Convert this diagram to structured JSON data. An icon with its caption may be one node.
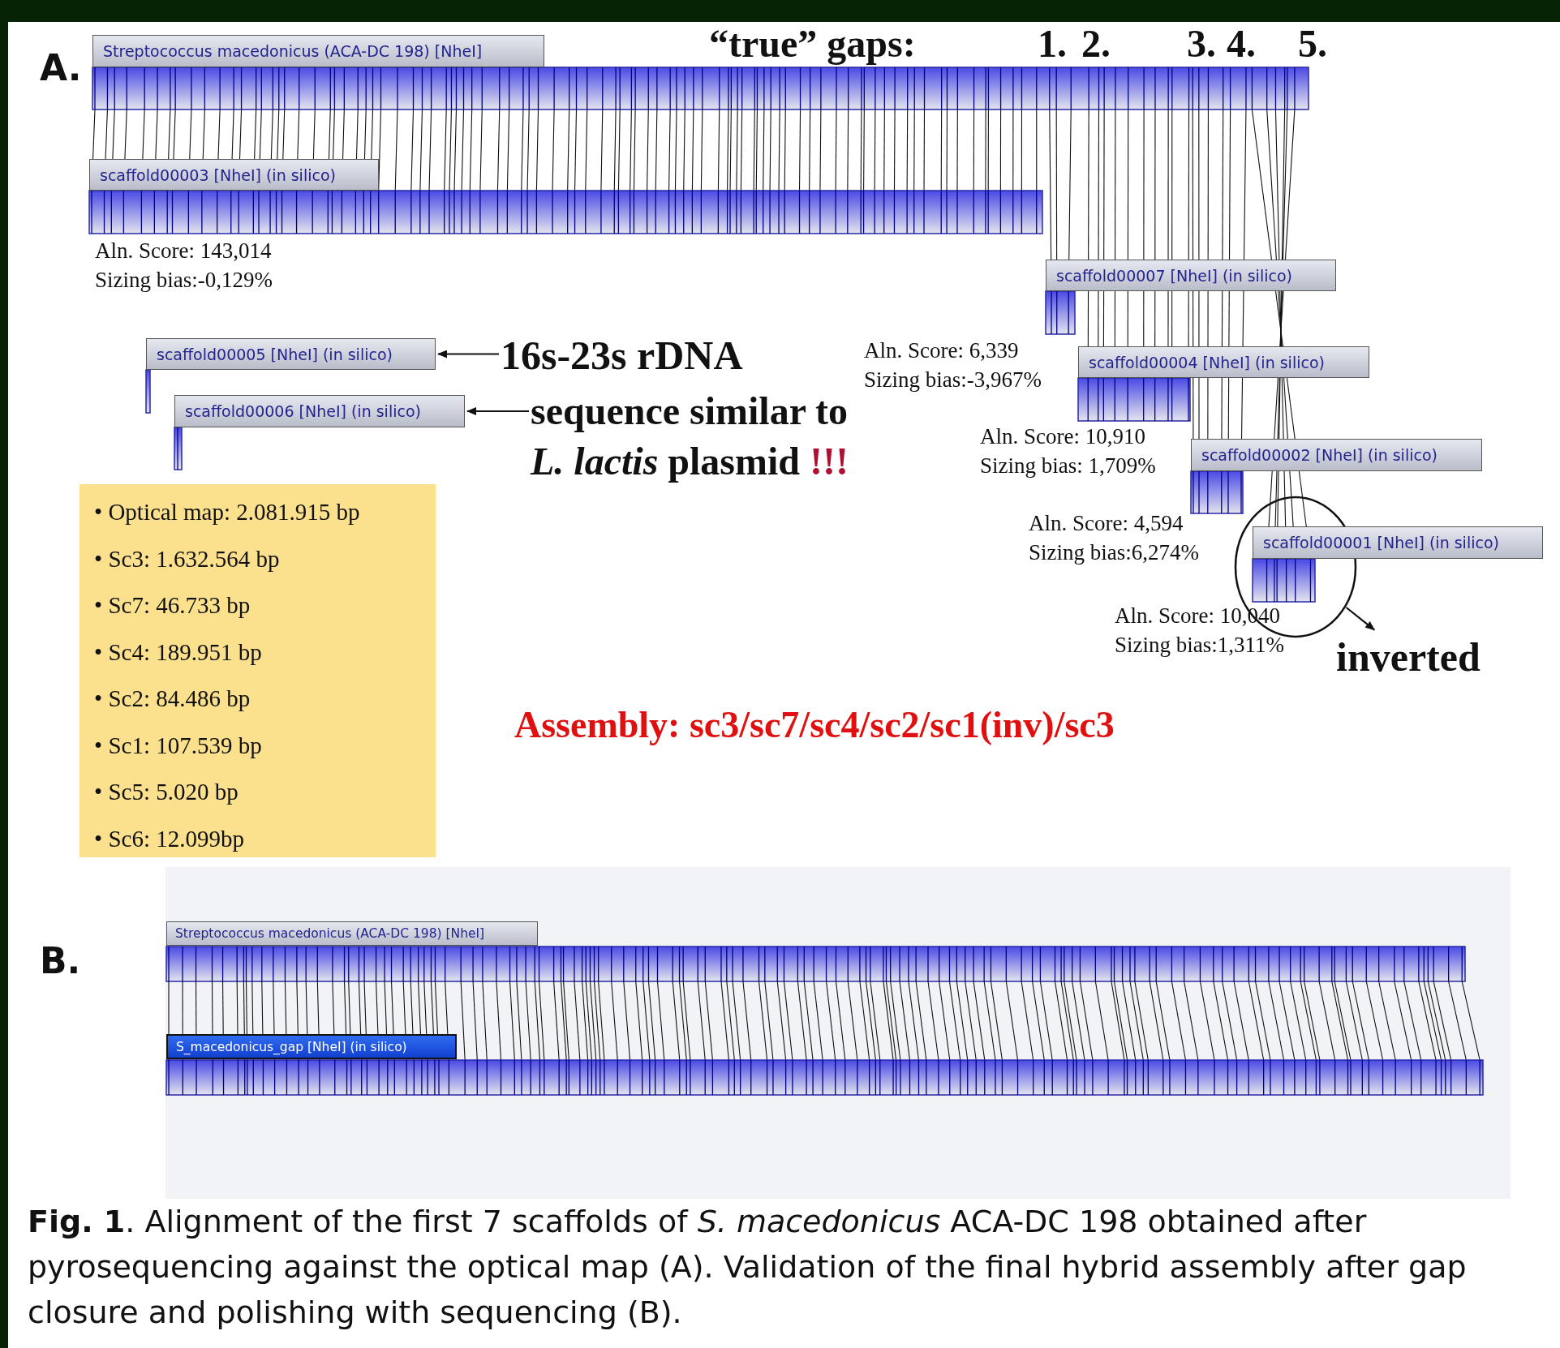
{
  "diagram": {
    "caption": "**Fig. 1**. Alignment of the first 7 scaffolds of *S. macedonicus* ACA-DC 198 obtained after pyrosequencing against the optical map (A). Validation of the final hybrid assembly after gap closure and polishing with sequencing (B).",
    "nodes": [
      {
        "text": [
          "Streptococcus macedonicus (ACA-DC 198) [NheI]"
        ]
      },
      {
        "text": [
          "scaffold00003 [NheI] (in silico)"
        ],
        "beside": [
          "Aln. Score: 143,014",
          "Sizing bias:-0,129%"
        ]
      },
      {
        "text": [
          "scaffold00007 [NheI] (in silico)"
        ],
        "beside": [
          "Aln. Score: 6,339",
          "Sizing bias:-3,967%"
        ]
      },
      {
        "text": [
          "scaffold00004 [NheI] (in silico)"
        ],
        "beside": [
          "Aln. Score: 10,910",
          "Sizing bias: 1,709%"
        ]
      },
      {
        "text": [
          "scaffold00002 [NheI] (in silico)"
        ],
        "beside": [
          "Aln. Score: 4,594",
          "Sizing bias:6,274%"
        ]
      },
      {
        "text": [
          "scaffold00001 [NheI] (in silico)"
        ],
        "beside": [
          "Aln. Score: 10,040",
          "Sizing bias:1,311%"
        ]
      },
      {
        "text": [
          "scaffold00005 [NheI] (in silico)"
        ]
      },
      {
        "text": [
          "scaffold00006 [NheI] (in silico)"
        ]
      },
      {
        "text": [
          "16s-23s rDNA"
        ]
      },
      {
        "text": [
          "sequence similar to *L. lactis* plasmid",
          "!!!"
        ]
      },
      {
        "text": [],
        "shape": "circle"
      },
      {
        "text": [
          "inverted"
        ]
      },
      {
        "text": [
          "• Optical map: 2.081.915 bp",
          "• Sc3: 1.632.564 bp",
          "• Sc7: 46.733 bp",
          "• Sc4: 189.951 bp",
          "• Sc2: 84.486 bp",
          "• Sc1: 107.539 bp",
          "• Sc5: 5.020 bp",
          "• Sc6: 12.099bp"
        ]
      },
      {
        "text": [
          "Streptococcus macedonicus (ACA-DC 198) [NheI]"
        ]
      },
      {
        "text": [
          "S_macedonicus_gap  [NheI] (in silico)"
        ]
      }
    ],
    "edges": [
      {
        "from": 8,
        "to": 6,
        "arrow": "to"
      },
      {
        "from": 9,
        "to": 7,
        "arrow": "to"
      },
      {
        "from": 10,
        "to": 11,
        "arrow": "to"
      }
    ],
    "labels": [
      "A.",
      "“true” gaps:",
      "1.",
      "2.",
      "3.",
      "4.",
      "5.",
      "Assembly: sc3/sc7/sc4/sc2/sc1(inv)/sc3",
      "B."
    ]
  }
}
